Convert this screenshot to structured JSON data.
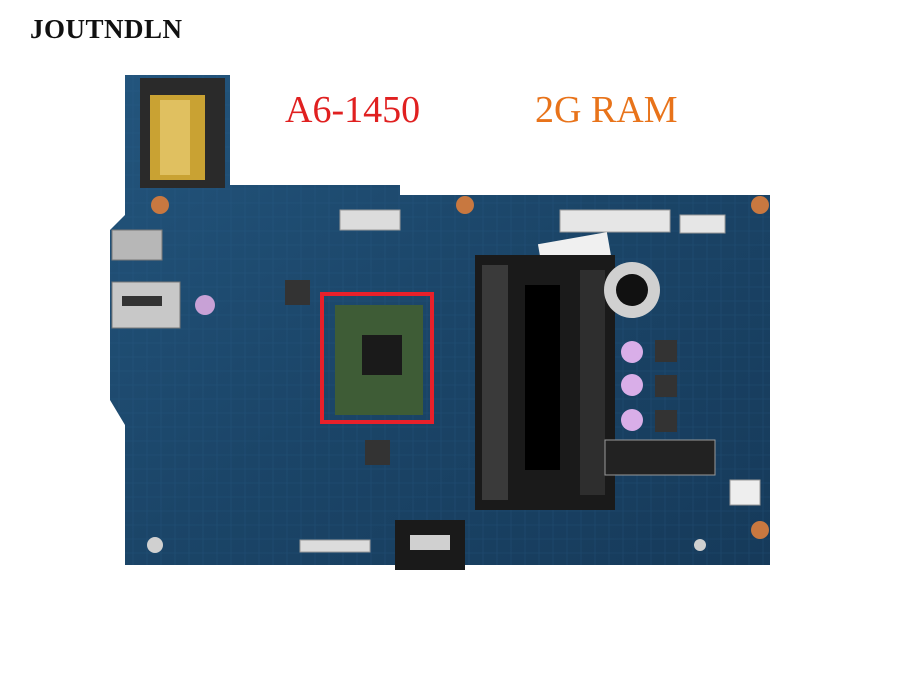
{
  "brand": "JOUTNDLN",
  "labels": {
    "cpu": "A6-1450",
    "ram": "2G RAM"
  },
  "colors": {
    "board": "#1d4a6e",
    "cpu_label": "#e02020",
    "ram_label": "#e8731a",
    "highlight_box": "#e8202a"
  }
}
